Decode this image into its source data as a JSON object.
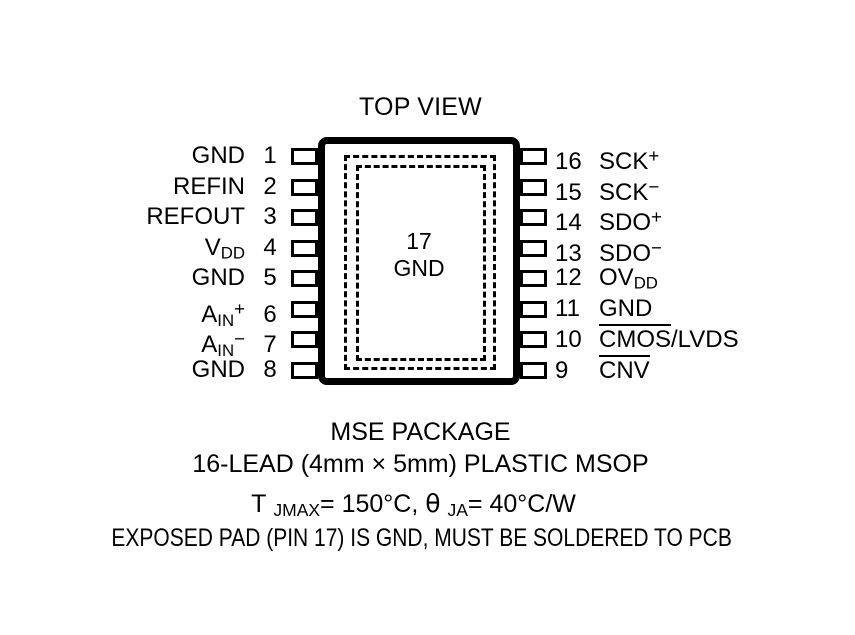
{
  "diagram": {
    "title": "TOP VIEW",
    "exposed_pad": {
      "pin_number": "17",
      "net": "GND"
    },
    "pins_left": [
      {
        "number": "1",
        "name": "GND",
        "sub": "",
        "sup": "",
        "overbar": false
      },
      {
        "number": "2",
        "name": "REFIN",
        "sub": "",
        "sup": "",
        "overbar": false
      },
      {
        "number": "3",
        "name": "REFOUT",
        "sub": "",
        "sup": "",
        "overbar": false
      },
      {
        "number": "4",
        "name": "V",
        "sub": "DD",
        "sup": "",
        "overbar": false
      },
      {
        "number": "5",
        "name": "GND",
        "sub": "",
        "sup": "",
        "overbar": false
      },
      {
        "number": "6",
        "name": "A",
        "sub": "IN",
        "sup": "+",
        "overbar": false
      },
      {
        "number": "7",
        "name": "A",
        "sub": "IN",
        "sup": "−",
        "overbar": false
      },
      {
        "number": "8",
        "name": "GND",
        "sub": "",
        "sup": "",
        "overbar": false
      }
    ],
    "pins_right": [
      {
        "number": "16",
        "name": "SCK",
        "sub": "",
        "sup": "+",
        "overbar": false,
        "suffix": ""
      },
      {
        "number": "15",
        "name": "SCK",
        "sub": "",
        "sup": "−",
        "overbar": false,
        "suffix": ""
      },
      {
        "number": "14",
        "name": "SDO",
        "sub": "",
        "sup": "+",
        "overbar": false,
        "suffix": ""
      },
      {
        "number": "13",
        "name": "SDO",
        "sub": "",
        "sup": "−",
        "overbar": false,
        "suffix": ""
      },
      {
        "number": "12",
        "name": "OV",
        "sub": "DD",
        "sup": "",
        "overbar": false,
        "suffix": ""
      },
      {
        "number": "11",
        "name": "GND",
        "sub": "",
        "sup": "",
        "overbar": false,
        "suffix": ""
      },
      {
        "number": "10",
        "name": "CMOS",
        "sub": "",
        "sup": "",
        "overbar": true,
        "suffix": "/LVDS"
      },
      {
        "number": "9",
        "name": "CNV",
        "sub": "",
        "sup": "",
        "overbar": true,
        "suffix": ""
      }
    ],
    "caption": {
      "package_name": "MSE PACKAGE",
      "package_desc": "16-LEAD (4mm × 5mm) PLASTIC MSOP",
      "thermal_tj_label": "T",
      "thermal_tj_sub": "JMAX",
      "thermal_tj_value": " = 150°C, ",
      "thermal_theta_label": "θ",
      "thermal_theta_sub": "JA",
      "thermal_theta_value": " = 40°C/W",
      "exposed_pad_note": "EXPOSED PAD (PIN 17) IS GND, MUST BE SOLDERED TO PCB"
    },
    "colors": {
      "ink": "#000000",
      "background": "#ffffff"
    }
  }
}
